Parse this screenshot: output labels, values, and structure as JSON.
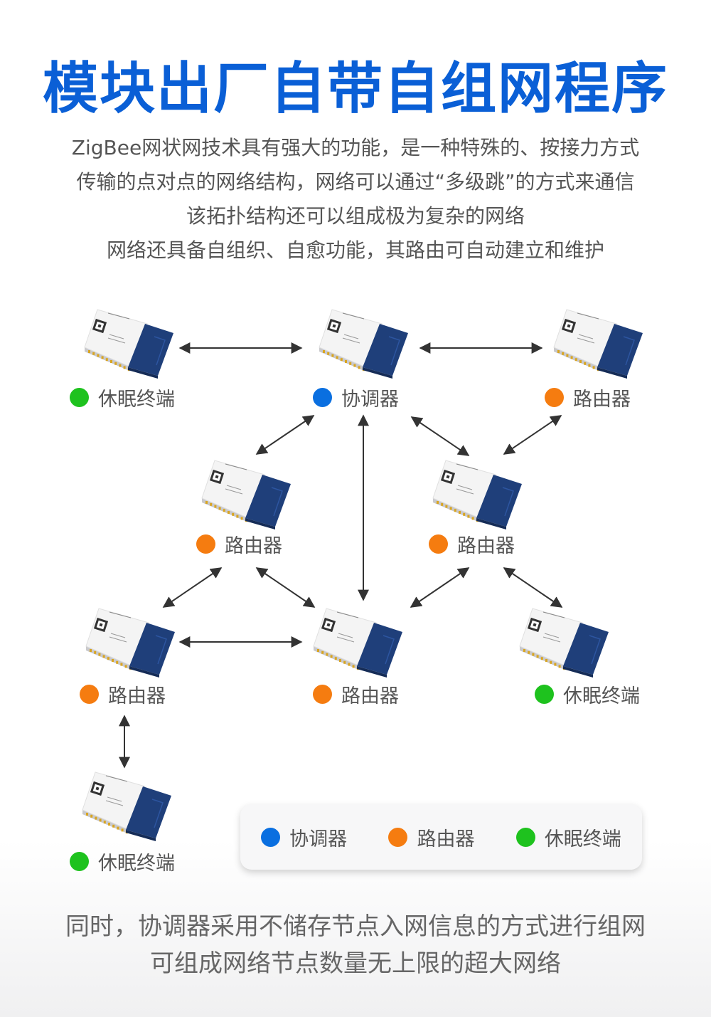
{
  "title": "模块出厂自带自组网程序",
  "description": [
    "ZigBee网状网技术具有强大的功能，是一种特殊的、按接力方式",
    "传输的点对点的网络结构，网络可以通过“多级跳”的方式来通信",
    "该拓扑结构还可以组成极为复杂的网络",
    "网络还具备自组织、自愈功能，其路由可自动建立和维护"
  ],
  "colors": {
    "title": "#0a5fd6",
    "coordinator": "#0a6fe0",
    "router": "#f57c10",
    "end_device": "#1ec21e"
  },
  "node_types": {
    "coordinator": "协调器",
    "router": "路由器",
    "end_device": "休眠终端"
  },
  "nodes": [
    {
      "type": "end_device",
      "label": "休眠终端"
    },
    {
      "type": "coordinator",
      "label": "协调器"
    },
    {
      "type": "router",
      "label": "路由器"
    },
    {
      "type": "router",
      "label": "路由器"
    },
    {
      "type": "router",
      "label": "路由器"
    },
    {
      "type": "router",
      "label": "路由器"
    },
    {
      "type": "router",
      "label": "路由器"
    },
    {
      "type": "end_device",
      "label": "休眠终端"
    },
    {
      "type": "end_device",
      "label": "休眠终端"
    }
  ],
  "links": [
    [
      0,
      1
    ],
    [
      1,
      2
    ],
    [
      1,
      3
    ],
    [
      1,
      6
    ],
    [
      1,
      4
    ],
    [
      2,
      4
    ],
    [
      3,
      5
    ],
    [
      3,
      6
    ],
    [
      4,
      6
    ],
    [
      4,
      7
    ],
    [
      5,
      6
    ],
    [
      5,
      8
    ]
  ],
  "legend": [
    {
      "type": "coordinator",
      "label": "协调器"
    },
    {
      "type": "router",
      "label": "路由器"
    },
    {
      "type": "end_device",
      "label": "休眠终端"
    }
  ],
  "footer": [
    "同时，协调器采用不储存节点入网信息的方式进行组网",
    "可组成网络节点数量无上限的超大网络"
  ]
}
